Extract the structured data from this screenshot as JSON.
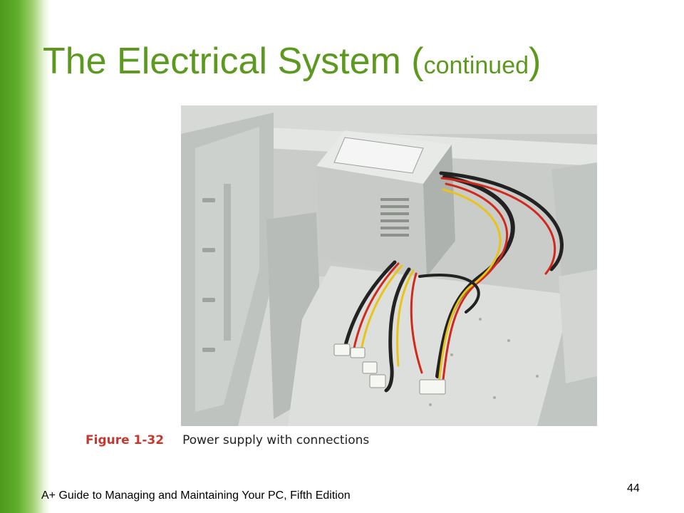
{
  "slide": {
    "title_main": "The Electrical System (",
    "title_small": "continued",
    "title_close": ")",
    "footer": "A+ Guide to Managing and Maintaining Your PC, Fifth Edition",
    "page_number": "44"
  },
  "figure": {
    "label": "Figure 1-32",
    "caption": "Power supply with connections"
  },
  "colors": {
    "title": "#5b9a1f",
    "sidebar": "#5fae2c",
    "figure_label": "#c8372e"
  }
}
